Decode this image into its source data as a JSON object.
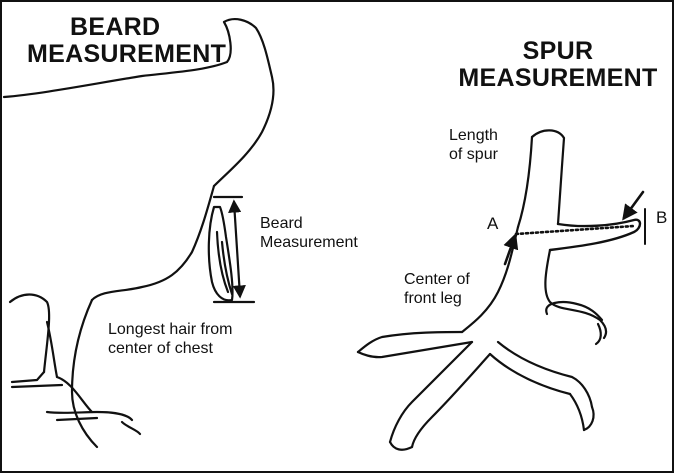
{
  "beard": {
    "title_line1": "BEARD",
    "title_line2": "MEASUREMENT",
    "measure_label_line1": "Beard",
    "measure_label_line2": "Measurement",
    "hair_label_line1": "Longest hair from",
    "hair_label_line2": "center of chest"
  },
  "spur": {
    "title_line1": "SPUR",
    "title_line2": "MEASUREMENT",
    "length_label_line1": "Length",
    "length_label_line2": "of spur",
    "point_a": "A",
    "point_b": "B",
    "center_label_line1": "Center of",
    "center_label_line2": "front leg"
  },
  "colors": {
    "ink": "#111111",
    "background": "#ffffff"
  }
}
